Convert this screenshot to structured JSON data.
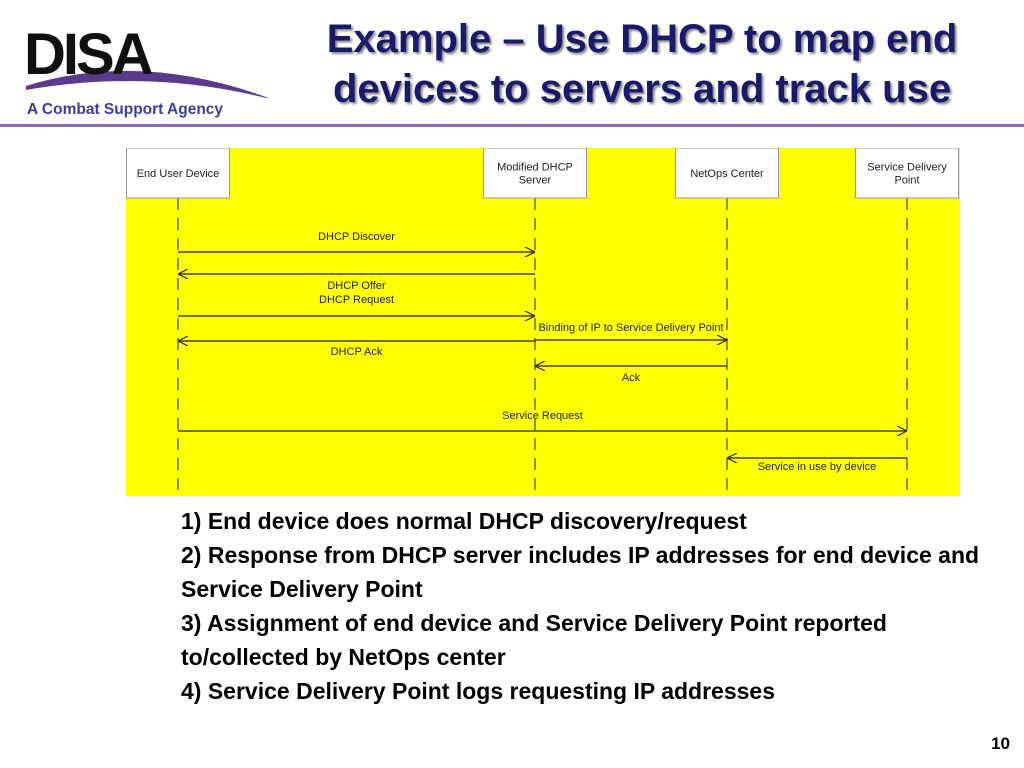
{
  "header": {
    "logo_text": "DISA",
    "tagline": "A Combat Support Agency",
    "title_lines": [
      "Example – Use DHCP to map end",
      "devices to servers and track use"
    ]
  },
  "diagram": {
    "background_color": "#ffff00",
    "participants": [
      {
        "id": "end-user-device",
        "lines": [
          "End User Device"
        ]
      },
      {
        "id": "modified-dhcp-server",
        "lines": [
          "Modified DHCP",
          "Server"
        ]
      },
      {
        "id": "netops-center",
        "lines": [
          "NetOps Center"
        ]
      },
      {
        "id": "service-delivery-point",
        "lines": [
          "Service Delivery",
          "Point"
        ]
      }
    ],
    "messages": [
      {
        "id": "dhcp-discover",
        "label": "DHCP Discover",
        "from": 0,
        "to": 1
      },
      {
        "id": "dhcp-offer",
        "label": "DHCP Offer",
        "from": 1,
        "to": 0
      },
      {
        "id": "dhcp-request",
        "label": "DHCP Request",
        "from": 0,
        "to": 1
      },
      {
        "id": "binding-of-ip",
        "label": "Binding of IP to Service Delivery Point",
        "from": 1,
        "to": 2
      },
      {
        "id": "dhcp-ack",
        "label": "DHCP Ack",
        "from": 1,
        "to": 0
      },
      {
        "id": "ack",
        "label": "Ack",
        "from": 2,
        "to": 1
      },
      {
        "id": "service-request",
        "label": "Service Request",
        "from": 0,
        "to": 3
      },
      {
        "id": "service-in-use",
        "label": "Service in use by device",
        "from": 3,
        "to": 2
      }
    ]
  },
  "steps": [
    "1) End device does normal DHCP discovery/request",
    "2) Response from DHCP server includes IP addresses for end device and Service Delivery Point",
    "3) Assignment of end device and Service Delivery Point reported to/collected by NetOps center",
    "4) Service Delivery Point logs requesting IP addresses"
  ],
  "page_number": "10"
}
